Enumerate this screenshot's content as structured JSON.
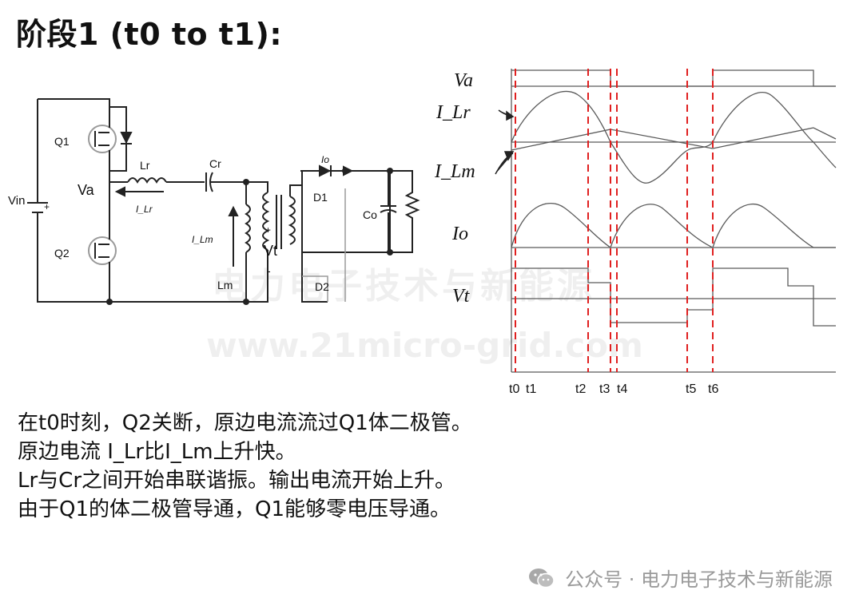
{
  "title": "阶段1 (t0 to t1):",
  "circuit": {
    "labels": {
      "q1": "Q1",
      "q2": "Q2",
      "vin": "Vin",
      "plus": "+",
      "va": "Va",
      "lr": "Lr",
      "i_lr": "I_Lr",
      "cr": "Cr",
      "io": "Io",
      "d1": "D1",
      "co": "Co",
      "i_lm": "I_Lm",
      "lm": "Lm",
      "vt": "Vt",
      "vt_plus": "+",
      "vt_minus": "-",
      "d2": "D2"
    }
  },
  "waveforms": {
    "signals": [
      "Va",
      "I_Lr",
      "I_Lm",
      "Io",
      "Vt"
    ],
    "time_labels": [
      "t0",
      "t1",
      "t2",
      "t3",
      "t4",
      "t5",
      "t6"
    ]
  },
  "description": [
    "在t0时刻，Q2关断，原边电流流过Q1体二极管。",
    "原边电流 I_Lr比I_Lm上升快。",
    "Lr与Cr之间开始串联谐振。输出电流开始上升。",
    "由于Q1的体二极管导通，Q1能够零电压导通。"
  ],
  "watermark": {
    "text": "电力电子技术与新能源",
    "url": "www.21micro-grid.com"
  },
  "footer": {
    "text": "公众号 · 电力电子技术与新能源"
  },
  "colors": {
    "trace": "#5a5a5a",
    "marker": "#e02020",
    "wire": "#222222"
  }
}
